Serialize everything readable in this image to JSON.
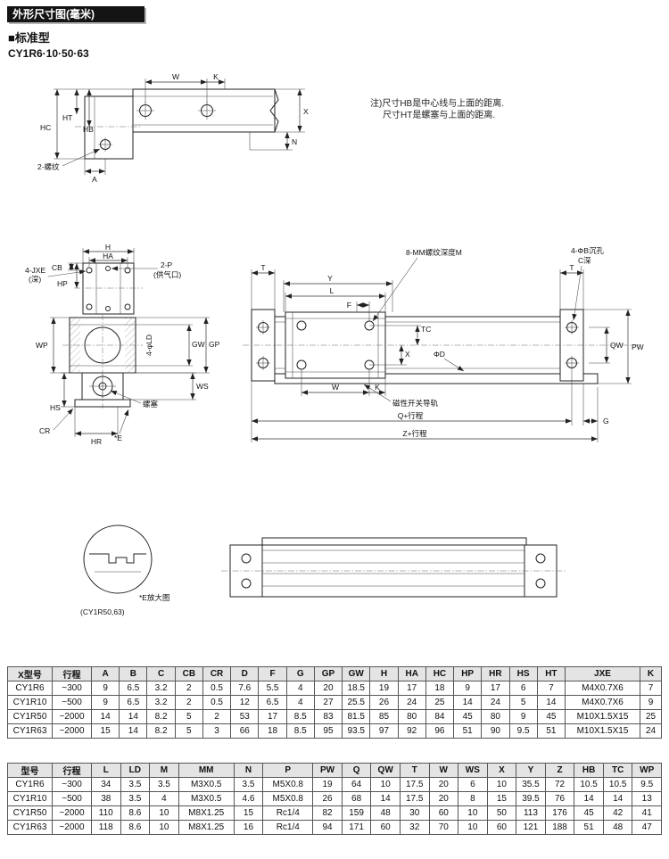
{
  "page": {
    "header": "外形尺寸图(毫米)",
    "subtitle": "■标准型",
    "model_line": "CY1R6·10·50·63",
    "note_line1": "注)尺寸HB是中心线与上面的距离.",
    "note_line2": "尺寸HT是螺塞与上面的距离."
  },
  "end_view": {
    "w": "W",
    "k": "K",
    "ht": "HT",
    "hb": "HB",
    "hc": "HC",
    "x": "X",
    "n": "N",
    "a": "A",
    "thread": "2-螺纹"
  },
  "front_view": {
    "h": "H",
    "ha": "HA",
    "cb": "CB",
    "hp": "HP",
    "jxe": "4-JXE",
    "jxe_sub": "(深)",
    "p": "2-P",
    "p_sub": "(供气口)",
    "wp": "WP",
    "gw": "GW",
    "gp": "GP",
    "ld": "4-φLD",
    "ws": "WS",
    "hs": "HS",
    "plug": "螺塞",
    "cr": "CR",
    "hr": "HR",
    "e": "*E"
  },
  "side_view": {
    "t_left": "T",
    "t_right": "T",
    "y": "Y",
    "l": "L",
    "f": "F",
    "mm_callout": "8-MM螺纹深度M",
    "b_callout1": "4-ΦB沉孔",
    "b_callout2": "C深",
    "tc": "TC",
    "x": "X",
    "d": "ΦD",
    "qw": "QW",
    "pw": "PW",
    "w": "W",
    "k": "K",
    "rail": "磁性开关导轨",
    "q": "Q+行程",
    "g": "G",
    "z": "Z+行程"
  },
  "detail_view": {
    "title": "*E放大图",
    "model": "(CY1R50,63)"
  },
  "table1": {
    "headers": [
      "X型号",
      "行程",
      "A",
      "B",
      "C",
      "CB",
      "CR",
      "D",
      "F",
      "G",
      "GP",
      "GW",
      "H",
      "HA",
      "HC",
      "HP",
      "HR",
      "HS",
      "HT",
      "JXE",
      "K"
    ],
    "rows": [
      [
        "CY1R6",
        "~300",
        "9",
        "6.5",
        "3.2",
        "2",
        "0.5",
        "7.6",
        "5.5",
        "4",
        "20",
        "18.5",
        "19",
        "17",
        "18",
        "9",
        "17",
        "6",
        "7",
        "M4X0.7X6",
        "7"
      ],
      [
        "CY1R10",
        "~500",
        "9",
        "6.5",
        "3.2",
        "2",
        "0.5",
        "12",
        "6.5",
        "4",
        "27",
        "25.5",
        "26",
        "24",
        "25",
        "14",
        "24",
        "5",
        "14",
        "M4X0.7X6",
        "9"
      ],
      [
        "CY1R50",
        "~2000",
        "14",
        "14",
        "8.2",
        "5",
        "2",
        "53",
        "17",
        "8.5",
        "83",
        "81.5",
        "85",
        "80",
        "84",
        "45",
        "80",
        "9",
        "45",
        "M10X1.5X15",
        "25"
      ],
      [
        "CY1R63",
        "~2000",
        "15",
        "14",
        "8.2",
        "5",
        "3",
        "66",
        "18",
        "8.5",
        "95",
        "93.5",
        "97",
        "92",
        "96",
        "51",
        "90",
        "9.5",
        "51",
        "M10X1.5X15",
        "24"
      ]
    ]
  },
  "table2": {
    "headers": [
      "型号",
      "行程",
      "L",
      "LD",
      "M",
      "MM",
      "N",
      "P",
      "PW",
      "Q",
      "QW",
      "T",
      "W",
      "WS",
      "X",
      "Y",
      "Z",
      "HB",
      "TC",
      "WP"
    ],
    "rows": [
      [
        "CY1R6",
        "~300",
        "34",
        "3.5",
        "3.5",
        "M3X0.5",
        "3.5",
        "M5X0.8",
        "19",
        "64",
        "10",
        "17.5",
        "20",
        "6",
        "10",
        "35.5",
        "72",
        "10.5",
        "10.5",
        "9.5"
      ],
      [
        "CY1R10",
        "~500",
        "38",
        "3.5",
        "4",
        "M3X0.5",
        "4.6",
        "M5X0.8",
        "26",
        "68",
        "14",
        "17.5",
        "20",
        "8",
        "15",
        "39.5",
        "76",
        "14",
        "14",
        "13"
      ],
      [
        "CY1R50",
        "~2000",
        "110",
        "8.6",
        "10",
        "M8X1.25",
        "15",
        "Rc1/4",
        "82",
        "159",
        "48",
        "30",
        "60",
        "10",
        "50",
        "113",
        "176",
        "45",
        "42",
        "41"
      ],
      [
        "CY1R63",
        "~2000",
        "118",
        "8.6",
        "10",
        "M8X1.25",
        "16",
        "Rc1/4",
        "94",
        "171",
        "60",
        "32",
        "70",
        "10",
        "60",
        "121",
        "188",
        "51",
        "48",
        "47"
      ]
    ]
  }
}
